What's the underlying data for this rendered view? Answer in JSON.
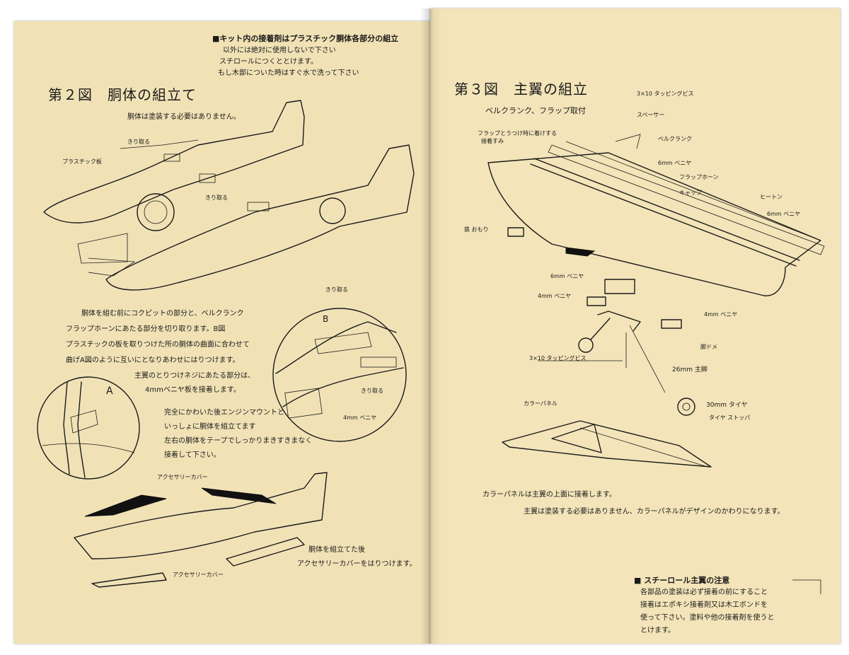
{
  "left": {
    "header_note": [
      "■キット内の接着剤はプラスチック胴体各部分の組立",
      "以外には絶対に使用しないで下さい",
      "スチロールにつくととけます。",
      "もし木部についた時はすぐ水で洗って下さい"
    ],
    "title": "第２図　胴体の組立て",
    "subtitle": "胴体は塗装する必要はありません。",
    "labels": {
      "kiritoru_a": "きり取る",
      "plastic_board": "プラスチック板",
      "kiritoru_b": "きり取る",
      "kiritoru_c": "きり取る",
      "kiritoru_d": "きり取る",
      "veneer_4mm": "4mm ベニヤ",
      "accessory_cover_1": "アクセサリーカバー",
      "accessory_cover_2": "アクセサリーカバー"
    },
    "circle_a": "A",
    "circle_b": "B",
    "instructions": [
      "胴体を組む前にコクピットの部分と、ベルクランク",
      "フラップホーンにあたる部分を切り取ります。B図",
      "プラスチックの板を取りつけた所の胴体の曲面に合わせて",
      "曲げA図のように互いにとなりあわせにはりつけます。"
    ],
    "instructions2": [
      "主翼のとりつけネジにあたる部分は、",
      "4mmベニヤ板を接着します。"
    ],
    "instructions3": [
      "完全にかわいた後エンジンマウントと",
      "いっしょに胴体を組立てます",
      "左右の胴体をテープでしっかりまきすきまなく",
      "接着して下さい。"
    ],
    "final_note": [
      "胴体を組立てた後",
      "アクセサリーカバーをはりつけます。"
    ]
  },
  "right": {
    "title": "第３図　主翼の組立",
    "subtitle": "ベルクランク、フラップ取付",
    "labels": {
      "tapping_screw_top": "3×10 タッピングビス",
      "spacer": "スペーサー",
      "bellcrank": "ベルクランク",
      "flap_note_1": "フラップとうつけ時に着けする",
      "flap_note_2": "接着すみ",
      "veneer_6mm_a": "6mm ベニヤ",
      "flap_horn": "フラップホーン",
      "cap": "キャップ",
      "hinge": "ヒートン",
      "veneer_6mm_b": "6mm ベニヤ",
      "weight": "鉄 おもり",
      "veneer_6mm_c": "6mm ベニヤ",
      "veneer_4mm_a": "4mm ベニヤ",
      "veneer_4mm_b": "4mm ベニヤ",
      "leg_stop": "脚ドメ",
      "tapping_screw_bottom": "3×10 タッピングビス",
      "main_leg": "26mm 主脚",
      "tire": "30mm タイヤ",
      "tire_stopper": "タイヤ ストッパ",
      "color_panel": "カラーパネル"
    },
    "color_note_1": "カラーパネルは主翼の上面に接着します。",
    "color_note_2": "主翼は塗装する必要はありません、カラーパネルがデザインのかわりになります。",
    "caution_title": "■ スチーロール主翼の注意",
    "caution_lines": [
      "各部品の塗装は必ず接着の前にすること",
      "接着はエポキシ接着剤又は木工ボンドを",
      "使って下さい。塗料や他の接着剤を使うと",
      "とけます。"
    ]
  }
}
